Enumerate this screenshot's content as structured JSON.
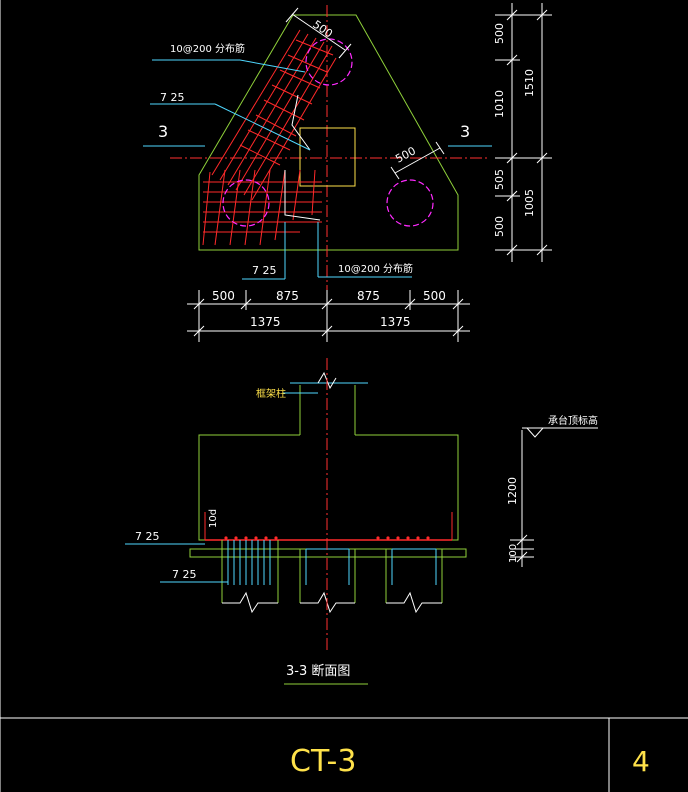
{
  "plan": {
    "top_edge_dim": "500",
    "diag_dim": "500",
    "rebar_note_top": "10@200 分布筋",
    "rebar_note_bottom": "10@200 分布筋",
    "bar_note_upper": "7 25",
    "bar_note_lower": "7 25",
    "section_mark_left": "3",
    "section_mark_right": "3",
    "right_dims": [
      "500",
      "1010",
      "505",
      "500"
    ],
    "right_totals": [
      "1510",
      "1005"
    ],
    "bottom_dims": [
      "500",
      "875",
      "875",
      "500"
    ],
    "bottom_totals": [
      "1375",
      "1375"
    ]
  },
  "section": {
    "column_label": "框架柱",
    "cap_top_label": "承台顶标高",
    "height_dim": "1200",
    "cushion_dim": "100",
    "anchor_label": "10d",
    "bar_note_top": "7 25",
    "bar_note_bottom": "7 25",
    "title": "3-3 断面图"
  },
  "title_block": {
    "drawing_name": "CT-3",
    "sheet_number": "4"
  }
}
